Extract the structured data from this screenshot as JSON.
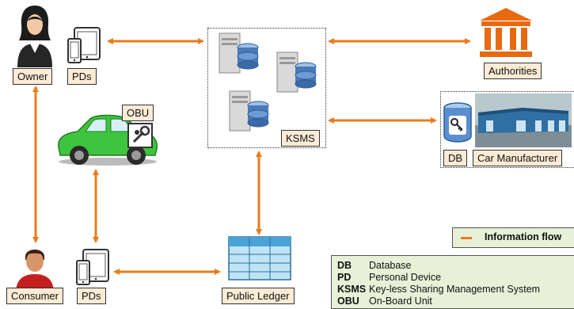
{
  "labels": {
    "owner": "Owner",
    "owner_pds": "PDs",
    "obu": "OBU",
    "ksms": "KSMS",
    "authorities": "Authorities",
    "db": "DB",
    "car_manufacturer": "Car Manufacturer",
    "consumer": "Consumer",
    "consumer_pds": "PDs",
    "public_ledger": "Public Ledger"
  },
  "legend": {
    "information_flow": "Information flow"
  },
  "abbreviations": [
    {
      "key": "DB",
      "value": "Database"
    },
    {
      "key": "PD",
      "value": "Personal Device"
    },
    {
      "key": "KSMS",
      "value": "Key-less Sharing Management System"
    },
    {
      "key": "OBU",
      "value": "On-Board Unit"
    }
  ],
  "colors": {
    "arrow": "#e87c1e",
    "label_bg": "#fdebd5",
    "legend_bg": "#e8f0d8",
    "authorities": "#e86a10",
    "car_body": "#3ec43e"
  },
  "icons": [
    "owner-person-icon",
    "tablet-phone-icon",
    "server-db-icon",
    "bank-building-icon",
    "car-icon",
    "obu-device-icon",
    "database-key-icon",
    "factory-icon",
    "consumer-person-icon",
    "ledger-table-icon"
  ]
}
